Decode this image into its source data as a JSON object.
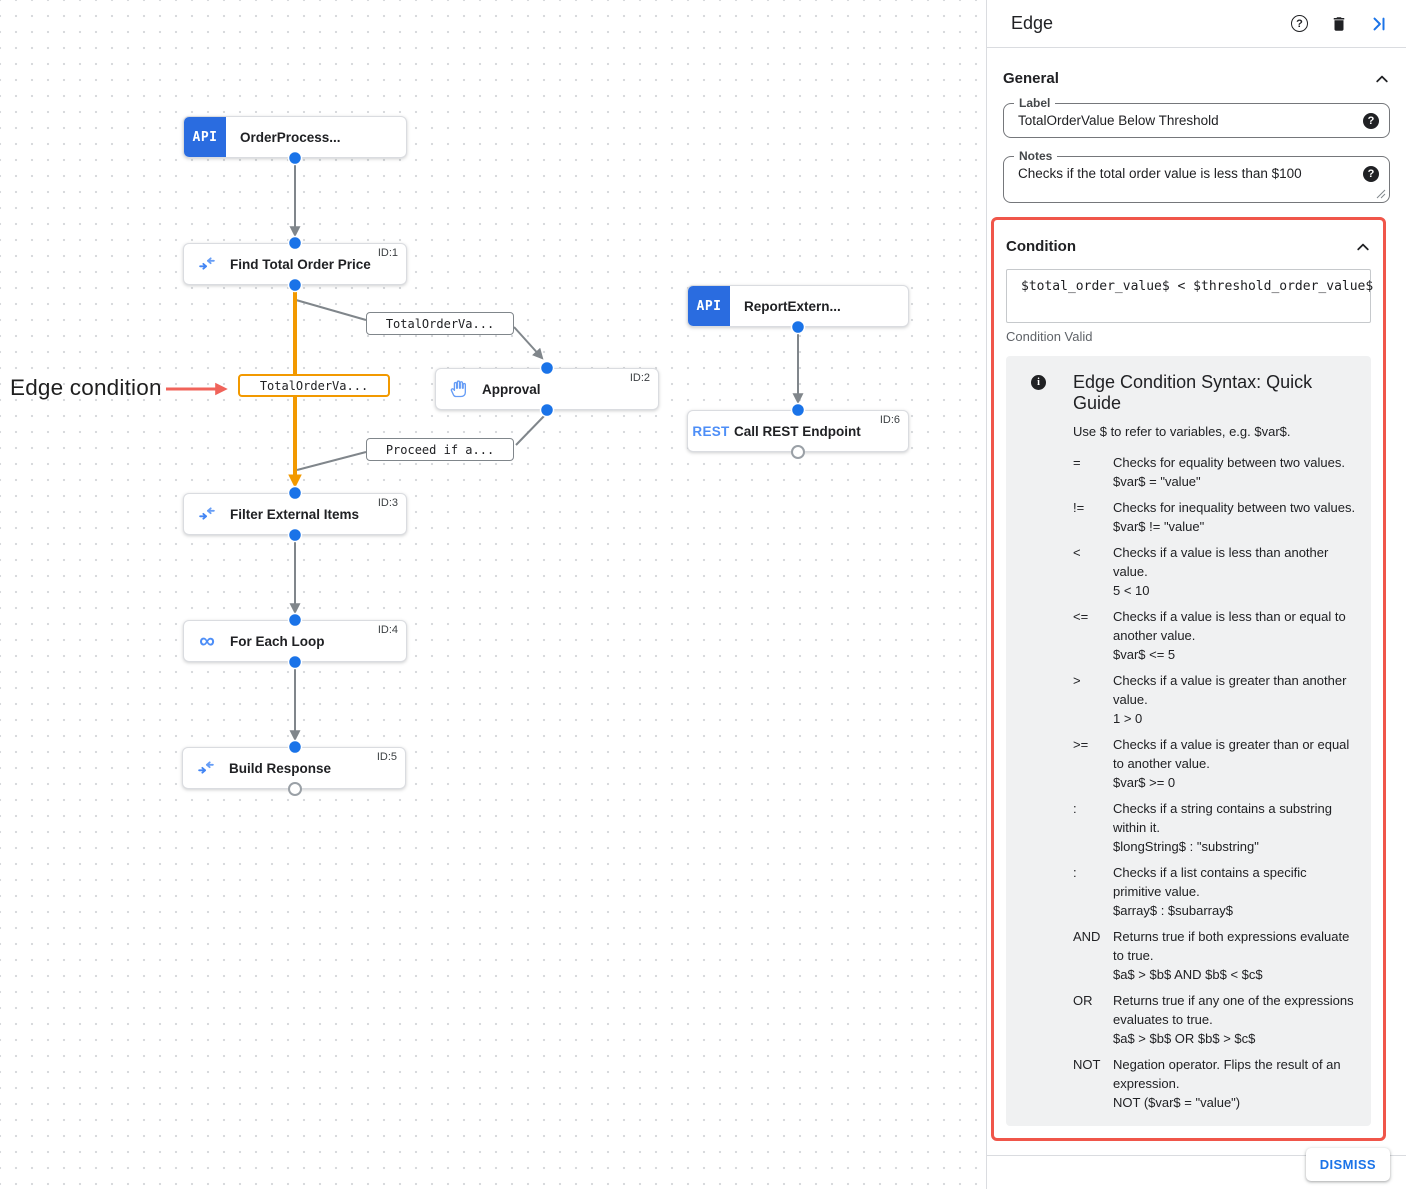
{
  "canvas": {
    "annotation": {
      "text": "Edge condition"
    },
    "nodes": {
      "order_process": {
        "badge": "API",
        "label": "OrderProcess..."
      },
      "find_total": {
        "label": "Find Total Order Price",
        "id": "ID:1"
      },
      "report_extern": {
        "badge": "API",
        "label": "ReportExtern..."
      },
      "approval": {
        "label": "Approval",
        "id": "ID:2"
      },
      "call_rest": {
        "badge": "REST",
        "label": "Call REST Endpoint",
        "id": "ID:6"
      },
      "filter_items": {
        "label": "Filter External Items",
        "id": "ID:3"
      },
      "for_each": {
        "label": "For Each Loop",
        "id": "ID:4",
        "icon_glyph": "∞"
      },
      "build_response": {
        "label": "Build Response",
        "id": "ID:5"
      }
    },
    "edge_labels": {
      "to_approval": "TotalOrderVa...",
      "selected": "TotalOrderVa...",
      "from_approval": "Proceed if a..."
    }
  },
  "panel": {
    "title": "Edge",
    "general": {
      "heading": "General",
      "label_field": {
        "label": "Label",
        "value": "TotalOrderValue Below Threshold"
      },
      "notes_field": {
        "label": "Notes",
        "value": "Checks if the total order value is less than $100"
      }
    },
    "condition": {
      "heading": "Condition",
      "expression": "$total_order_value$ < $threshold_order_value$",
      "status": "Condition Valid",
      "guide": {
        "title": "Edge Condition Syntax: Quick Guide",
        "subtitle": "Use $ to refer to variables, e.g. $var$.",
        "rows": [
          {
            "op": "=",
            "desc": "Checks for equality between two values.",
            "example": "$var$ = \"value\""
          },
          {
            "op": "!=",
            "desc": "Checks for inequality between two values.",
            "example": "$var$ != \"value\""
          },
          {
            "op": "<",
            "desc": "Checks if a value is less than another value.",
            "example": "5 < 10"
          },
          {
            "op": "<=",
            "desc": "Checks if a value is less than or equal to another value.",
            "example": "$var$ <= 5"
          },
          {
            "op": ">",
            "desc": "Checks if a value is greater than another value.",
            "example": "1 > 0"
          },
          {
            "op": ">=",
            "desc": "Checks if a value is greater than or equal to another value.",
            "example": "$var$ >= 0"
          },
          {
            "op": ":",
            "desc": "Checks if a string contains a substring within it.",
            "example": "$longString$ : \"substring\""
          },
          {
            "op": ":",
            "desc": "Checks if a list contains a specific primitive value.",
            "example": "$array$ : $subarray$"
          },
          {
            "op": "AND",
            "desc": "Returns true if both expressions evaluate to true.",
            "example": "$a$ > $b$ AND $b$ < $c$"
          },
          {
            "op": "OR",
            "desc": "Returns true if any one of the expressions evaluates to true.",
            "example": "$a$ > $b$ OR $b$ > $c$"
          },
          {
            "op": "NOT",
            "desc": "Negation operator. Flips the result of an expression.",
            "example": "NOT ($var$ = \"value\")"
          }
        ]
      }
    },
    "dismiss_label": "DISMISS",
    "colors": {
      "accent_blue": "#1a73e8",
      "highlight_red": "#f0564a",
      "edge_orange": "#f29900",
      "node_badge_blue": "#2a6ce0"
    }
  }
}
